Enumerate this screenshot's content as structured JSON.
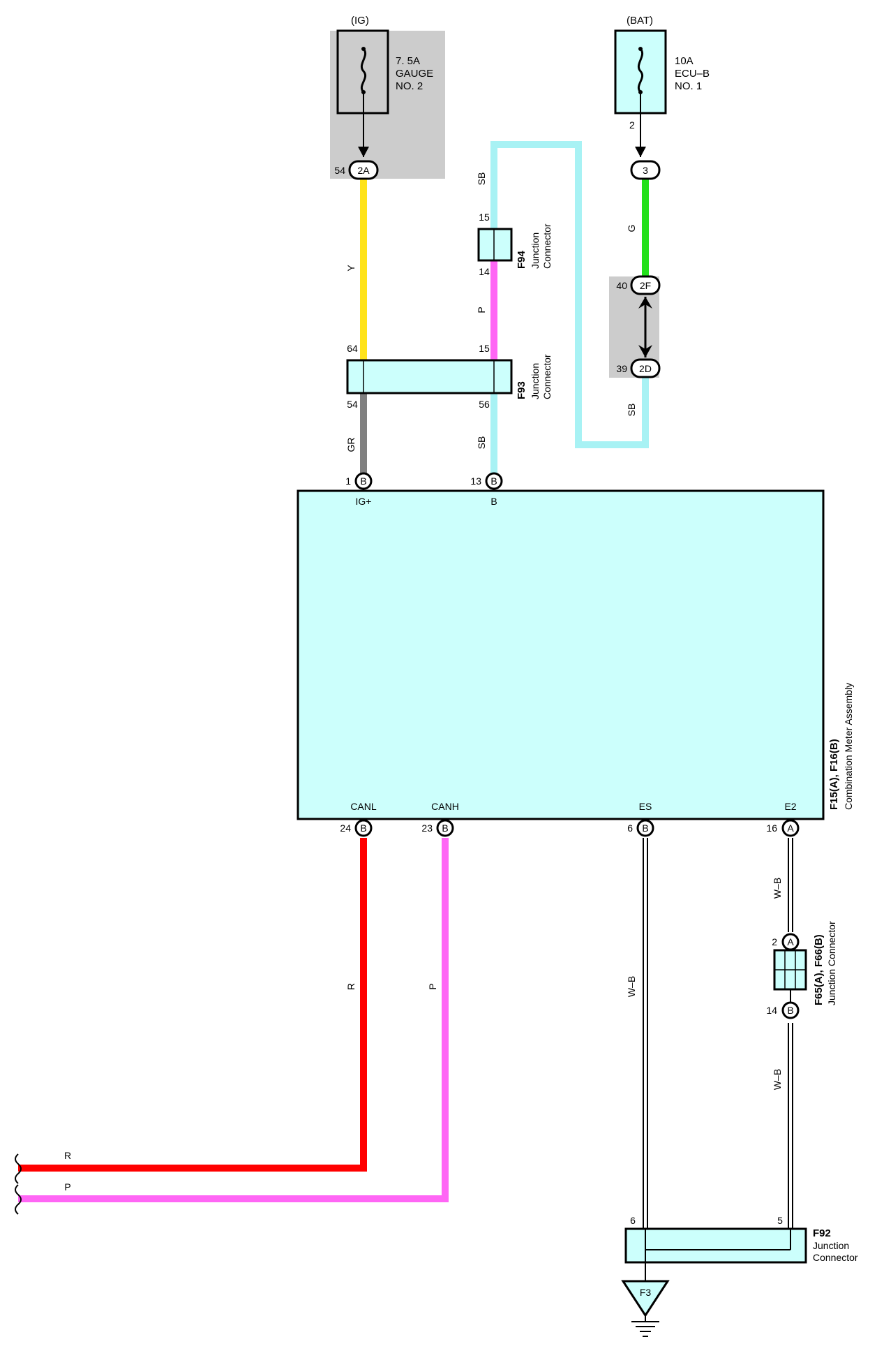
{
  "colors": {
    "Y": "#ffe31a",
    "GR": "#808080",
    "SB": "#a8f2f4",
    "P": "#ff66f5",
    "G": "#22e01a",
    "R": "#ff0000",
    "WB_outline": "#000000",
    "box_fill": "#ccfffc",
    "shade": "#cccccc"
  },
  "power": {
    "ig": {
      "source": "(IG)",
      "rating": "7. 5A",
      "name": "GAUGE",
      "num": "NO. 2"
    },
    "bat": {
      "source": "(BAT)",
      "rating": "10A",
      "name": "ECU–B",
      "num": "NO. 1",
      "pin": "2"
    }
  },
  "connectors": {
    "c2A": {
      "code": "2A",
      "pin": "54"
    },
    "c3": {
      "code": "3"
    },
    "c2F": {
      "code": "2F",
      "pin": "40"
    },
    "c2D": {
      "code": "2D",
      "pin": "39"
    },
    "f94": {
      "id": "F94",
      "line1": "Junction",
      "line2": "Connector",
      "pin_top": "15",
      "pin_bottom": "14"
    },
    "f93": {
      "id": "F93",
      "line1": "Junction",
      "line2": "Connector",
      "pin_tl": "64",
      "pin_tr": "15",
      "pin_bl": "54",
      "pin_br": "56"
    },
    "f65": {
      "id": "F65(A), F66(B)",
      "desc": "Junction Connector",
      "pin_top": "2",
      "letter_top": "A",
      "pin_bottom": "14",
      "letter_bottom": "B"
    },
    "f92": {
      "id": "F92",
      "line1": "Junction",
      "line2": "Connector",
      "pin_left": "6",
      "pin_right": "5"
    },
    "ground": {
      "id": "F3"
    }
  },
  "meter": {
    "id": "F15(A), F16(B)",
    "name": "Combination Meter Assembly",
    "terminals_top": [
      {
        "pin": "1",
        "letter": "B",
        "name": "IG+"
      },
      {
        "pin": "13",
        "letter": "B",
        "name": "B"
      }
    ],
    "terminals_bottom": [
      {
        "pin": "24",
        "letter": "B",
        "name": "CANL"
      },
      {
        "pin": "23",
        "letter": "B",
        "name": "CANH"
      },
      {
        "pin": "6",
        "letter": "B",
        "name": "ES"
      },
      {
        "pin": "16",
        "letter": "A",
        "name": "E2"
      }
    ]
  },
  "wires": {
    "y": "Y",
    "gr": "GR",
    "sb1": "SB",
    "p1": "P",
    "sb2": "SB",
    "g": "G",
    "sb3": "SB",
    "r": "R",
    "p2": "P",
    "wb1": "W–B",
    "wb2": "W–B",
    "wb3": "W–B",
    "r_out": "R",
    "p_out": "P"
  }
}
